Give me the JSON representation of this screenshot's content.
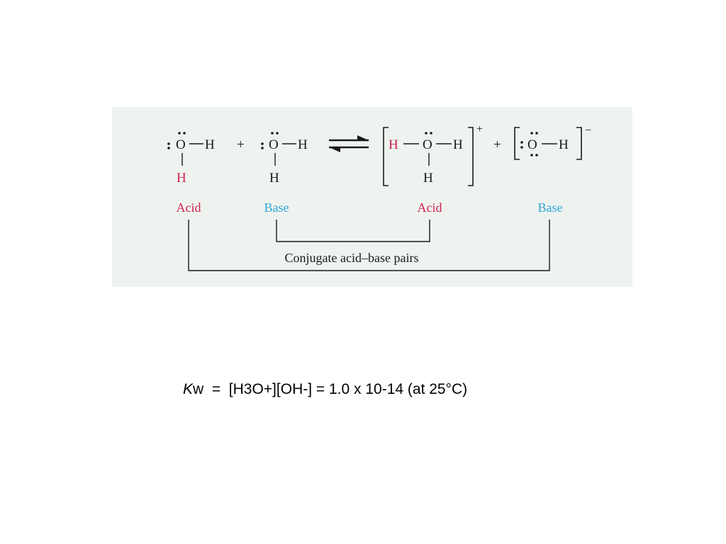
{
  "figure": {
    "reactant_acid": {
      "o1": "O",
      "h1": "H",
      "h2": "H"
    },
    "plus_1": "+",
    "reactant_base": {
      "o1": "O",
      "h1": "H",
      "h2": "H"
    },
    "product_acid": {
      "h_left": "H",
      "o1": "O",
      "h_right": "H",
      "h_bottom": "H",
      "charge": "+"
    },
    "plus_2": "+",
    "product_base": {
      "o1": "O",
      "h1": "H",
      "charge": "−"
    },
    "labels": {
      "acid_1": "Acid",
      "base_1": "Base",
      "acid_2": "Acid",
      "base_2": "Base"
    },
    "bracket_label": "Conjugate acid–base pairs",
    "colors": {
      "acid": "#d0214d",
      "base": "#2ea3d8",
      "background": "#eef3ef"
    }
  },
  "equation": {
    "k_symbol": "K",
    "text": "w  =  [H3O+][OH-] = 1.0 x 10-14 (at 25°C)"
  }
}
